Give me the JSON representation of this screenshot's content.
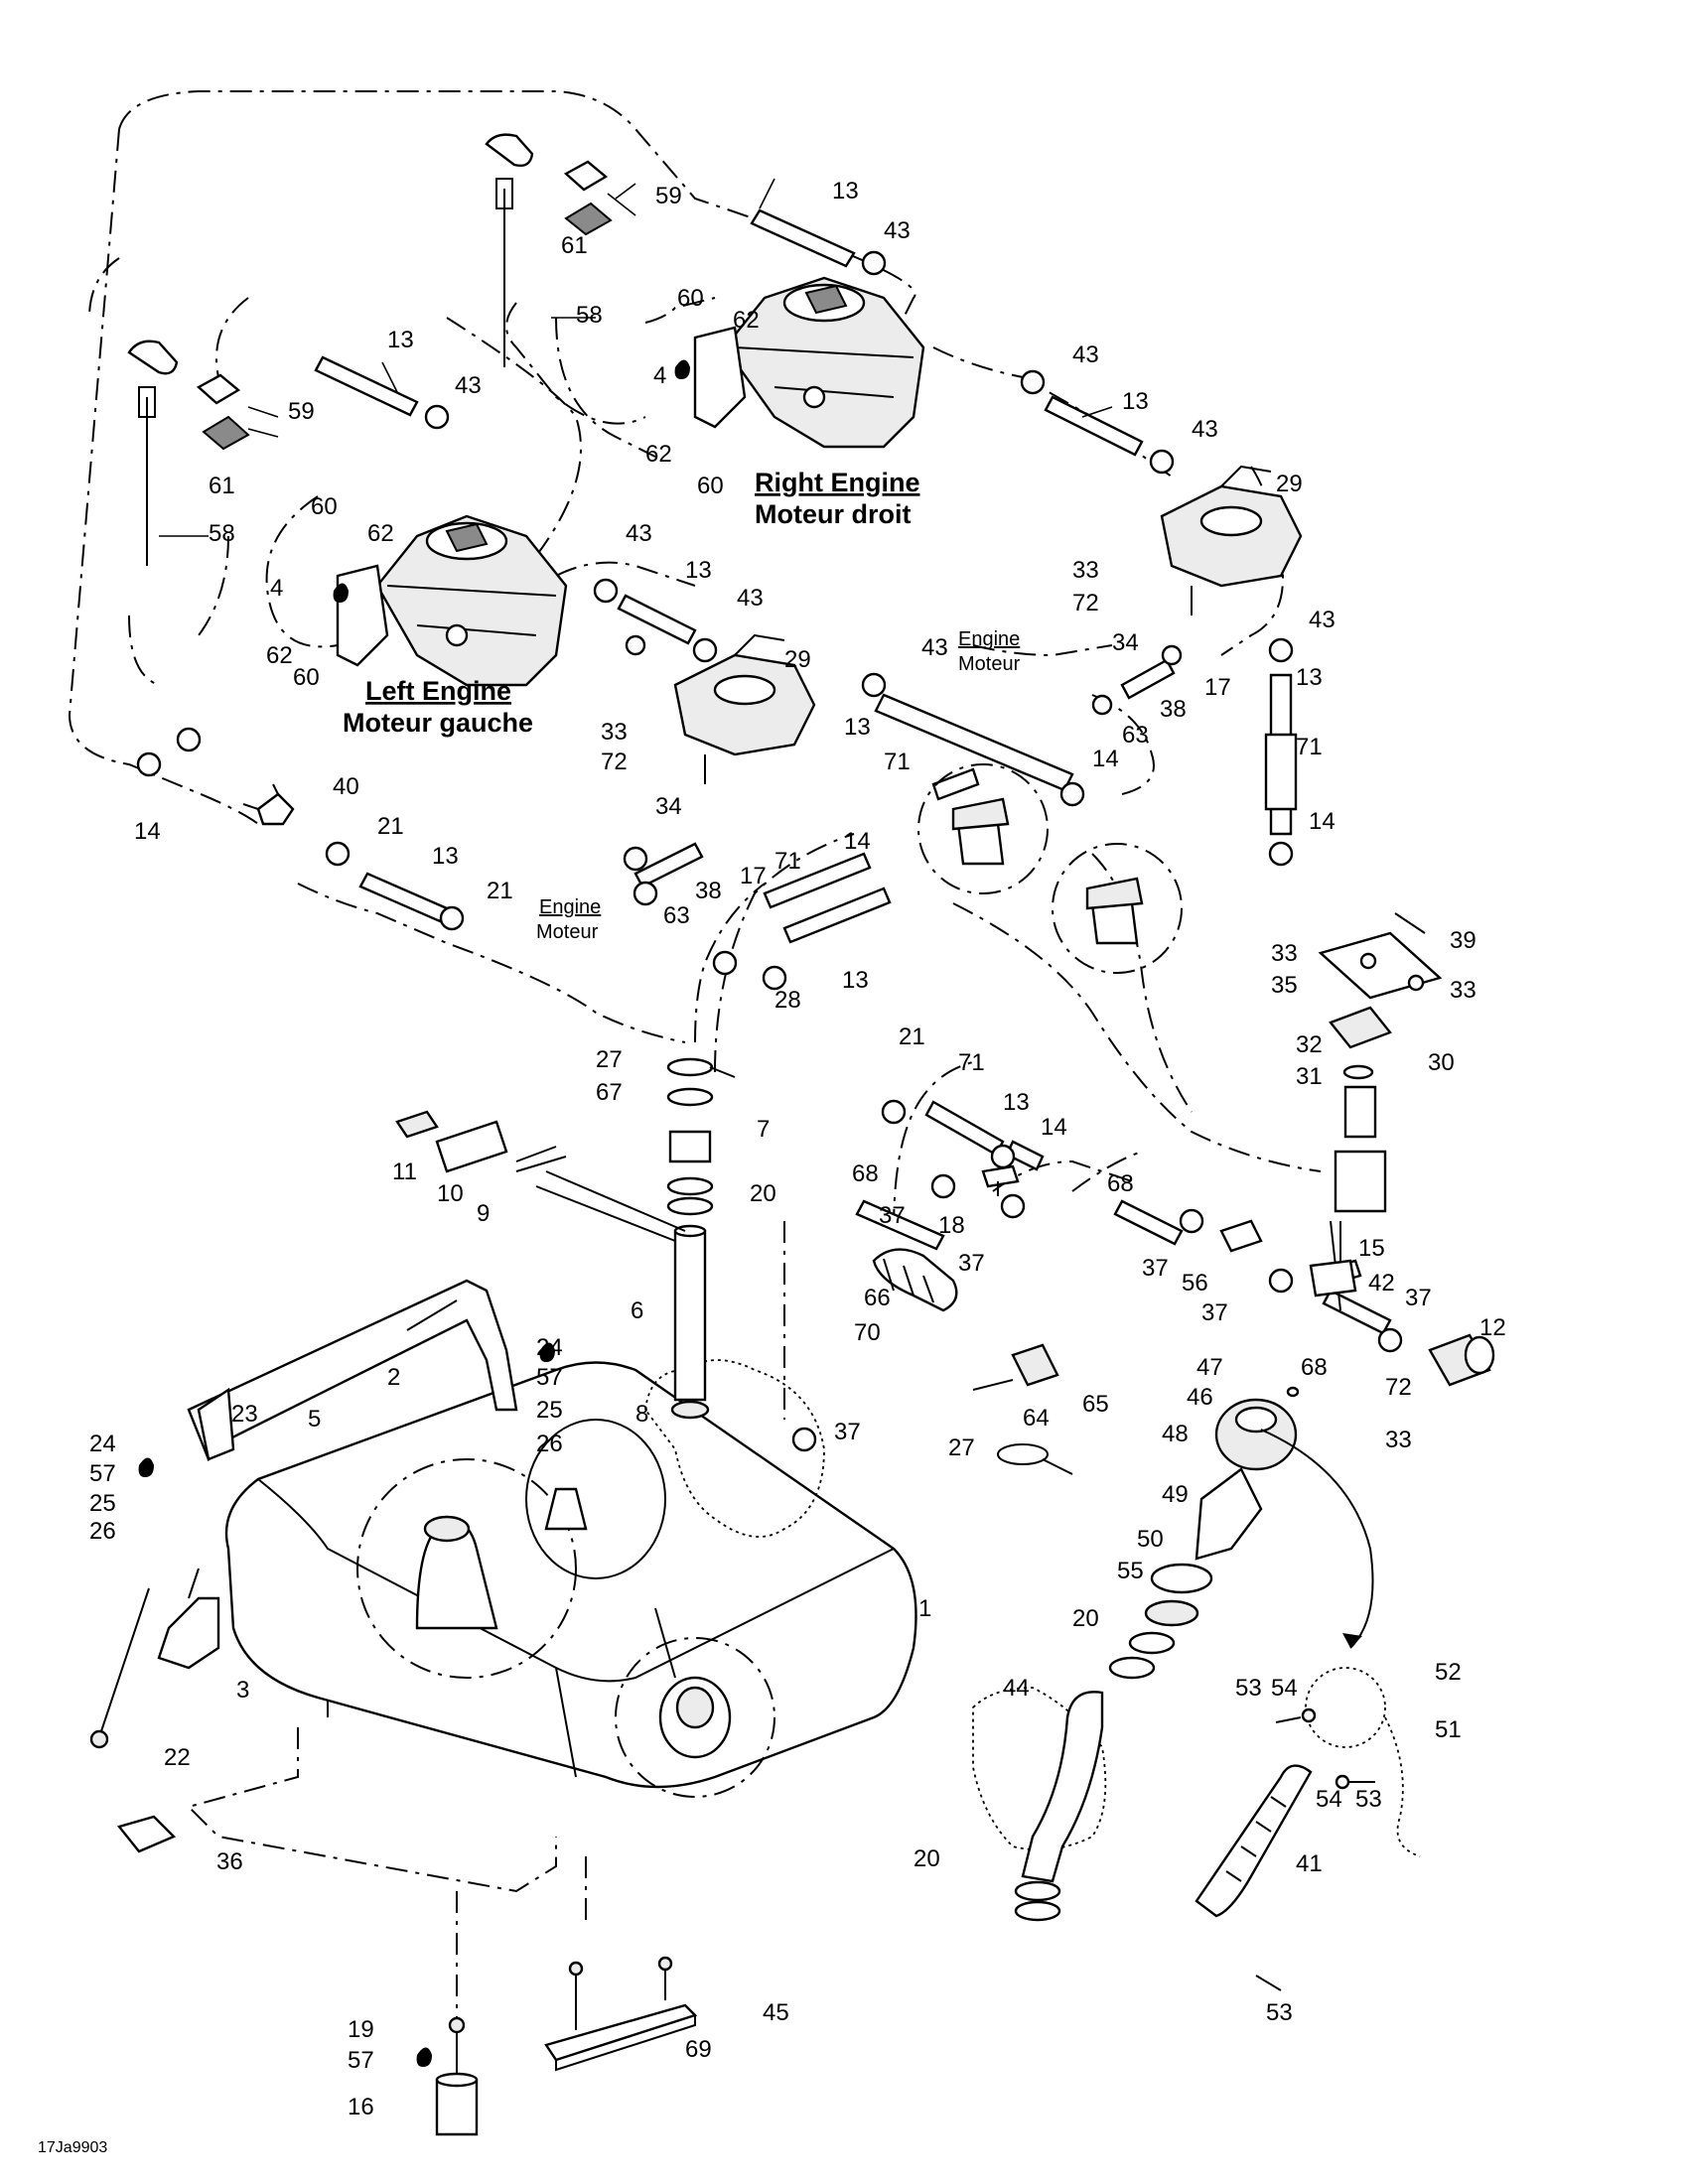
{
  "labels": {
    "right_engine": "Right Engine",
    "right_engine_fr": "Moteur droit",
    "left_engine": "Left Engine",
    "left_engine_fr": "Moteur gauche",
    "engine_en": "Engine",
    "engine_fr": "Moteur",
    "drawing_code": "17Ja9903"
  },
  "part_numbers": [
    "1",
    "2",
    "3",
    "4",
    "5",
    "6",
    "7",
    "8",
    "9",
    "10",
    "11",
    "12",
    "13",
    "14",
    "15",
    "16",
    "17",
    "18",
    "19",
    "20",
    "21",
    "22",
    "23",
    "24",
    "25",
    "26",
    "27",
    "28",
    "29",
    "30",
    "31",
    "32",
    "33",
    "34",
    "35",
    "36",
    "37",
    "38",
    "39",
    "40",
    "41",
    "42",
    "43",
    "44",
    "45",
    "46",
    "47",
    "48",
    "49",
    "50",
    "51",
    "52",
    "53",
    "54",
    "55",
    "56",
    "57",
    "58",
    "59",
    "60",
    "61",
    "62",
    "63",
    "64",
    "65",
    "66",
    "67",
    "68",
    "69",
    "70",
    "71",
    "72"
  ]
}
